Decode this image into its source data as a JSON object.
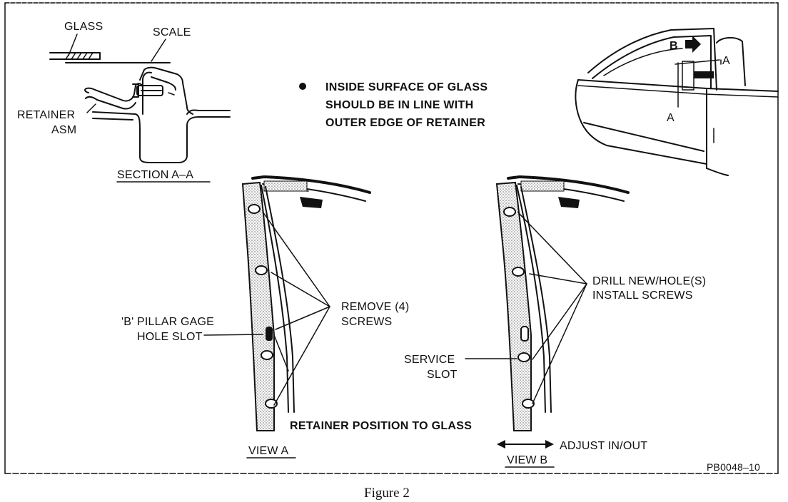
{
  "labels": {
    "glass": "GLASS",
    "scale": "SCALE",
    "retainer_line1": "RETAINER",
    "retainer_line2": "ASM",
    "section": "SECTION A–A",
    "note_line1": "INSIDE SURFACE OF GLASS",
    "note_line2": "SHOULD BE IN LINE WITH",
    "note_line3": "OUTER EDGE OF RETAINER",
    "car_b": "B",
    "car_a_top": "A",
    "car_a_bottom": "A",
    "remove_line1": "REMOVE (4)",
    "remove_line2": "SCREWS",
    "pillar_line1": "'B' PILLAR GAGE",
    "pillar_line2": "HOLE SLOT",
    "retainer_position": "RETAINER POSITION TO GLASS",
    "view_a": "VIEW A",
    "drill_line1": "DRILL NEW/HOLE(S)",
    "drill_line2": "INSTALL SCREWS",
    "service_line1": "SERVICE",
    "service_line2": "SLOT",
    "adjust": "ADJUST IN/OUT",
    "view_b": "VIEW B",
    "part_number": "PB0048–10"
  },
  "caption": "Figure 2"
}
